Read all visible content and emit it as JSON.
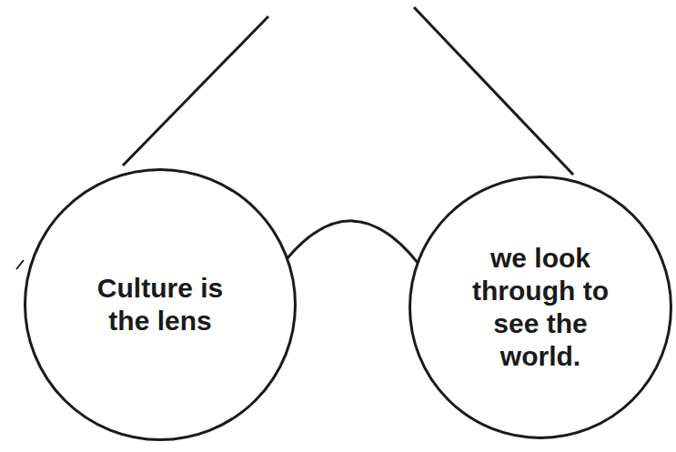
{
  "diagram": {
    "nodes": [
      {
        "text": [
          "Culture is the lens"
        ]
      },
      {
        "text": [
          "we look through to see the world."
        ]
      }
    ],
    "edges": [
      {
        "from": 0,
        "to": 1,
        "arrow": "none"
      }
    ]
  }
}
